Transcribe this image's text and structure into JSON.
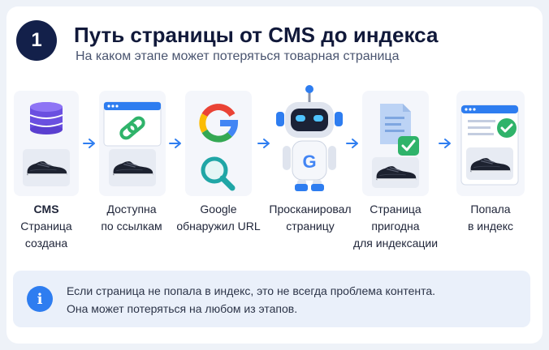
{
  "header": {
    "step_number": "1",
    "title": "Путь страницы от CMS до индекса",
    "subtitle": "На каком этапе может потеряться товарная страница"
  },
  "steps": [
    {
      "label_bold": "CMS",
      "lines": [
        "Страница",
        "создана"
      ],
      "icon": "database-icon"
    },
    {
      "label_bold": "",
      "lines": [
        "Доступна",
        "по ссылкам"
      ],
      "icon": "link-icon"
    },
    {
      "label_bold": "",
      "lines": [
        "Google",
        "обнаружил URL"
      ],
      "icon": "google-search-icon"
    },
    {
      "label_bold": "",
      "lines": [
        "Просканировал",
        "страницу"
      ],
      "icon": "googlebot-robot-icon"
    },
    {
      "label_bold": "",
      "lines": [
        "Страница",
        "пригодна",
        "для индексации"
      ],
      "icon": "document-check-icon"
    },
    {
      "label_bold": "",
      "lines": [
        "Попала",
        "в индекс"
      ],
      "icon": "indexed-page-icon"
    }
  ],
  "google_letter": "G",
  "info": {
    "icon": "info-icon",
    "icon_glyph": "i",
    "line1": "Если страница не попала в индекс, это не всегда проблема контента.",
    "line2": "Она может потеряться на любом из этапов."
  },
  "colors": {
    "navy": "#13204a",
    "accent_blue": "#2e7df0",
    "purple": "#6a4fe0",
    "green": "#2fb36a",
    "google_blue": "#4285f4",
    "google_red": "#ea4335",
    "google_yellow": "#fbbc05",
    "google_green": "#34a853"
  }
}
